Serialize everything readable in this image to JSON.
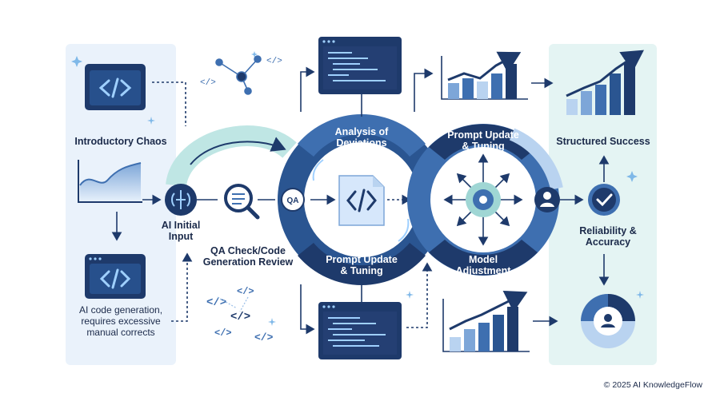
{
  "left_panel": {
    "title": "Introductory Chaos",
    "input_label": "AI Initial\nInput",
    "problem_text": "AI code generation,\nrequires excessive\nmanual corrects"
  },
  "center": {
    "qa_label": "QA Check/Code\nGeneration Review",
    "qa_badge": "QA",
    "ring_top": "Analysis of\nDeviations",
    "ring_bottom": "Prompt Update\n& Tuning"
  },
  "right_ring": {
    "top": "Prompt Update\n& Tuning",
    "bottom": "Model\nAdjustment"
  },
  "right_panel": {
    "title": "Structured Success",
    "result": "Reliability &\nAccuracy"
  },
  "footer": "© 2025 AI KnowledgeFlow",
  "colors": {
    "navy": "#1e3a6b",
    "mid_blue": "#3e6fb0",
    "light_blue": "#b9d3f0",
    "panel_blue": "#e6f0fb",
    "teal_panel": "#e4f4f4",
    "arc_teal": "#bfe6e4"
  }
}
